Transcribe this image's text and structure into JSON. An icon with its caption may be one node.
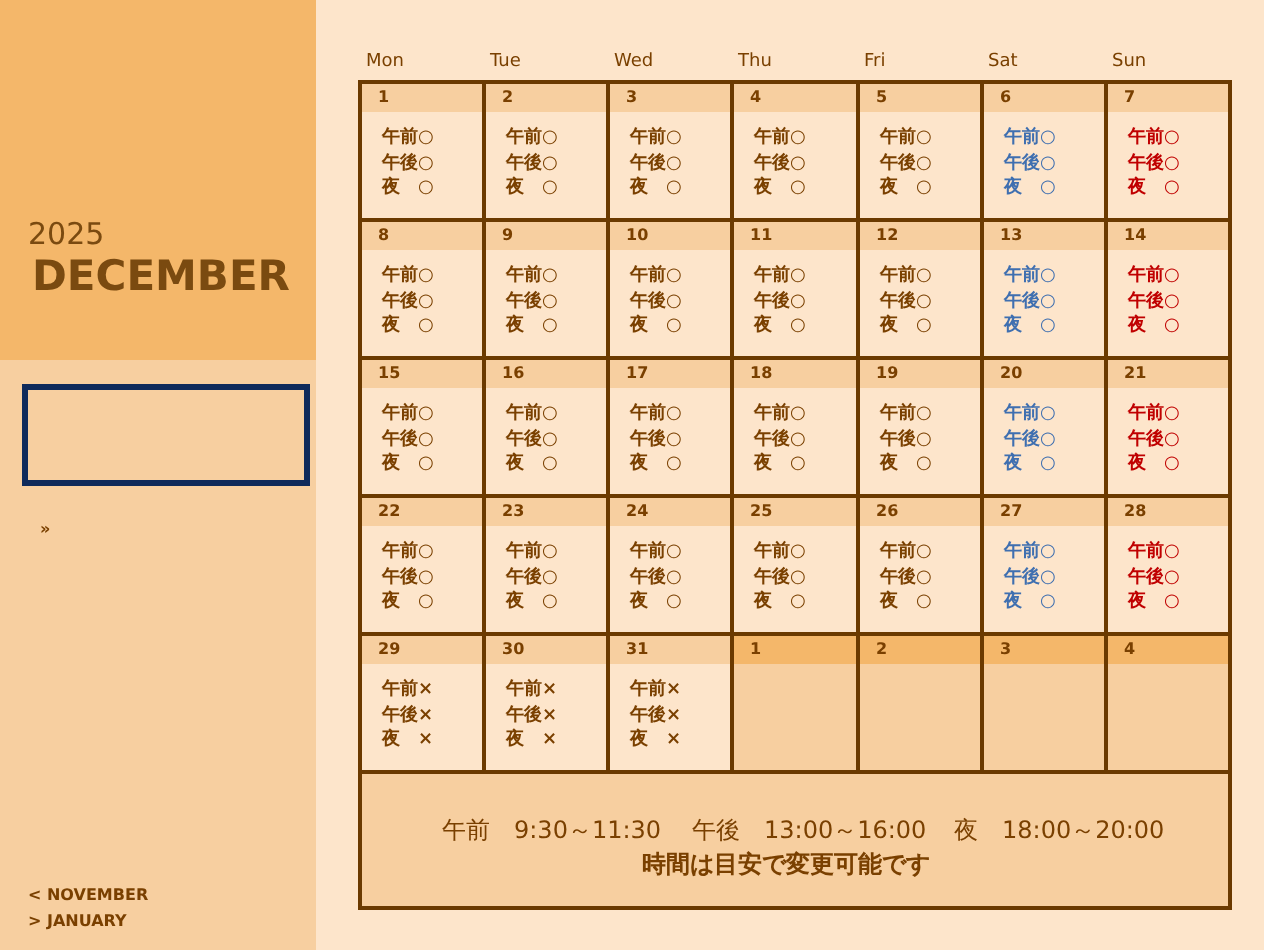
{
  "diagram": {
    "nodes": [
      {
        "text": [
          "1",
          "午前○",
          "午後○",
          "夜　○"
        ]
      },
      {
        "text": [
          "2",
          "午前○",
          "午後○",
          "夜　○"
        ]
      },
      {
        "text": [
          "3",
          "午前○",
          "午後○",
          "夜　○"
        ]
      },
      {
        "text": [
          "4",
          "午前○",
          "午後○",
          "夜　○"
        ]
      },
      {
        "text": [
          "5",
          "午前○",
          "午後○",
          "夜　○"
        ]
      },
      {
        "text": [
          "6",
          "午前○",
          "午後○",
          "夜　○"
        ]
      },
      {
        "text": [
          "7",
          "午前○",
          "午後○",
          "夜　○"
        ]
      },
      {
        "text": [
          "8",
          "午前○",
          "午後○",
          "夜　○"
        ]
      },
      {
        "text": [
          "9",
          "午前○",
          "午後○",
          "夜　○"
        ]
      },
      {
        "text": [
          "10",
          "午前○",
          "午後○",
          "夜　○"
        ]
      },
      {
        "text": [
          "11",
          "午前○",
          "午後○",
          "夜　○"
        ]
      },
      {
        "text": [
          "12",
          "午前○",
          "午後○",
          "夜　○"
        ]
      },
      {
        "text": [
          "13",
          "午前○",
          "午後○",
          "夜　○"
        ]
      },
      {
        "text": [
          "14",
          "午前○",
          "午後○",
          "夜　○"
        ]
      },
      {
        "text": [
          "15",
          "午前○",
          "午後○",
          "夜　○"
        ]
      },
      {
        "text": [
          "16",
          "午前○",
          "午後○",
          "夜　○"
        ]
      },
      {
        "text": [
          "17",
          "午前○",
          "午後○",
          "夜　○"
        ]
      },
      {
        "text": [
          "18",
          "午前○",
          "午後○",
          "夜　○"
        ]
      },
      {
        "text": [
          "19",
          "午前○",
          "午後○",
          "夜　○"
        ]
      },
      {
        "text": [
          "20",
          "午前○",
          "午後○",
          "夜　○"
        ]
      },
      {
        "text": [
          "21",
          "午前○",
          "午後○",
          "夜　○"
        ]
      },
      {
        "text": [
          "22",
          "午前○",
          "午後○",
          "夜　○"
        ]
      },
      {
        "text": [
          "23",
          "午前○",
          "午後○",
          "夜　○"
        ]
      },
      {
        "text": [
          "24",
          "午前○",
          "午後○",
          "夜　○"
        ]
      },
      {
        "text": [
          "25",
          "午前○",
          "午後○",
          "夜　○"
        ]
      },
      {
        "text": [
          "26",
          "午前○",
          "午後○",
          "夜　○"
        ]
      },
      {
        "text": [
          "27",
          "午前○",
          "午後○",
          "夜　○"
        ]
      },
      {
        "text": [
          "28",
          "午前○",
          "午後○",
          "夜　○"
        ]
      },
      {
        "text": [
          "29",
          "午前×",
          "午後×",
          "夜　×"
        ]
      },
      {
        "text": [
          "30",
          "午前×",
          "午後×",
          "夜　×"
        ]
      },
      {
        "text": [
          "31",
          "午前×",
          "午後×",
          "夜　×"
        ]
      },
      {
        "text": [
          "1"
        ]
      },
      {
        "text": [
          "2"
        ]
      },
      {
        "text": [
          "3"
        ]
      },
      {
        "text": [
          "4"
        ]
      },
      {
        "text": [
          "午前　9:30～11:30",
          "午後　13:00～16:00",
          "夜　18:00～20:00",
          "時間は目安で変更可能です"
        ]
      },
      {
        "text": [],
        "shape": "box"
      }
    ],
    "labels": [
      "Mon",
      "Tue",
      "Wed",
      "Thu",
      "Fri",
      "Sat",
      "Sun",
      "2025",
      "DECEMBER",
      "»",
      "< NOVEMBER",
      "> JANUARY"
    ]
  }
}
